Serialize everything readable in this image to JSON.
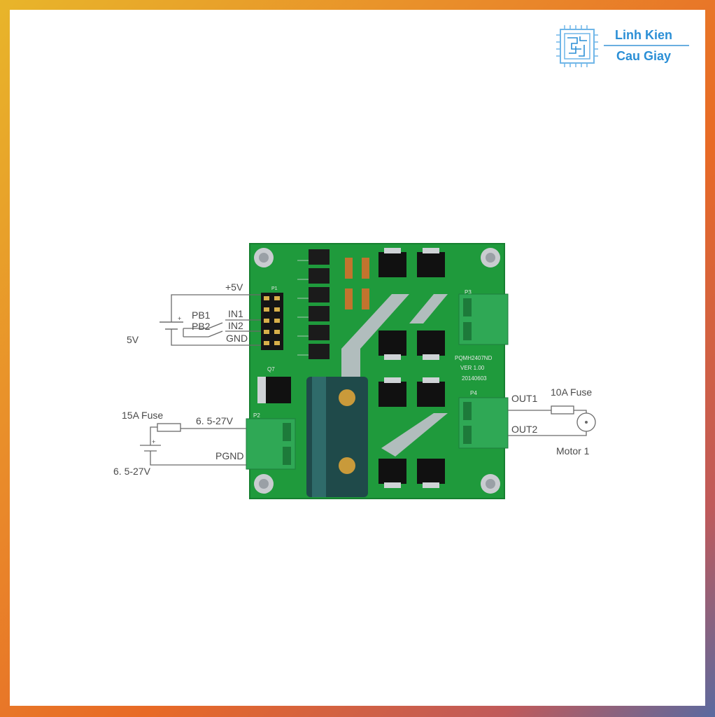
{
  "brand": {
    "line1": "Linh Kien",
    "line2": "Cau Giay",
    "color": "#2b8fd6"
  },
  "diagram": {
    "labels": {
      "plus5v": "+5V",
      "pb1": "PB1",
      "pb2": "PB2",
      "in1": "IN1",
      "in2": "IN2",
      "gnd": "GND",
      "v5": "5V",
      "fuse15": "15A Fuse",
      "vin": "6. 5-27V",
      "pgnd": "PGND",
      "vin_battery": "6. 5-27V",
      "out1": "OUT1",
      "out2": "OUT2",
      "fuse10": "10A Fuse",
      "motor": "Motor 1"
    },
    "board": {
      "silk_model": "PQMH2407ND",
      "silk_ver": "VER 1.00",
      "silk_date": "20140603",
      "p1": "P1",
      "p2": "P2",
      "p3": "P3",
      "p4": "P4",
      "q7": "Q7"
    },
    "colors": {
      "pcb": "#1f9a3c",
      "terminal": "#2fa855",
      "wire": "#6a6a6a"
    }
  }
}
